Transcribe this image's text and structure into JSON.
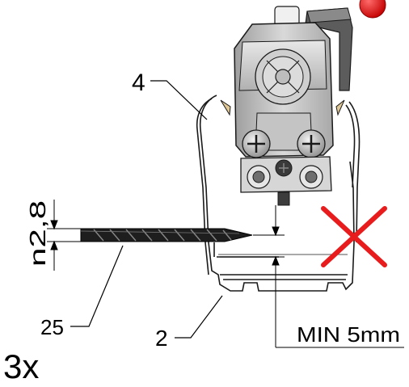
{
  "labels": {
    "part_4": "4",
    "part_25": "25",
    "part_2": "2",
    "quantity": "3x",
    "drill_size": "n2,8",
    "min_distance": "MIN  5mm"
  },
  "colors": {
    "accent_red": "#e81c1c",
    "body_gray": "#bdbdbd",
    "dark_gray": "#4a4a4a",
    "drill_black": "#1e1e1e",
    "screw_brass": "#c9b46a"
  },
  "icons": {
    "status_dot": "red-dot-icon",
    "forbidden": "red-cross-icon"
  }
}
